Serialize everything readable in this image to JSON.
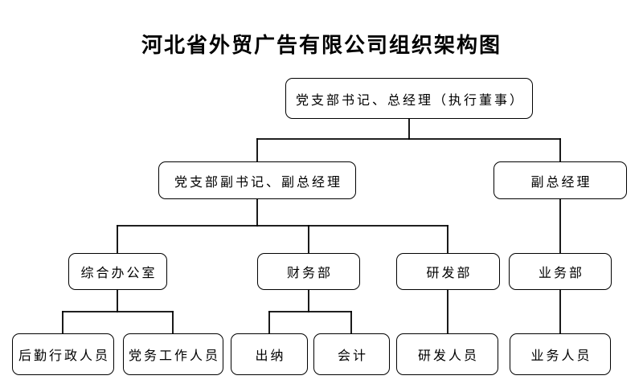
{
  "title": "河北省外贸广告有限公司组织架构图",
  "nodes": {
    "ceo": {
      "label": "党支部书记、总经理（执行董事）"
    },
    "deputy_party_secretary": {
      "label": "党支部副书记、副总经理"
    },
    "deputy_general_manager": {
      "label": "副总经理"
    },
    "general_office": {
      "label": "综合办公室"
    },
    "finance_dept": {
      "label": "财务部"
    },
    "rnd_dept": {
      "label": "研发部"
    },
    "business_dept": {
      "label": "业务部"
    },
    "logistics_admin_staff": {
      "label": "后勤行政人员"
    },
    "party_affairs_staff": {
      "label": "党务工作人员"
    },
    "cashier": {
      "label": "出纳"
    },
    "accountant": {
      "label": "会计"
    },
    "rnd_staff": {
      "label": "研发人员"
    },
    "business_staff": {
      "label": "业务人员"
    }
  },
  "edges": [
    {
      "from": "ceo",
      "to": "deputy_party_secretary"
    },
    {
      "from": "ceo",
      "to": "deputy_general_manager"
    },
    {
      "from": "deputy_party_secretary",
      "to": "general_office"
    },
    {
      "from": "deputy_party_secretary",
      "to": "finance_dept"
    },
    {
      "from": "deputy_party_secretary",
      "to": "rnd_dept"
    },
    {
      "from": "deputy_general_manager",
      "to": "business_dept"
    },
    {
      "from": "general_office",
      "to": "logistics_admin_staff"
    },
    {
      "from": "general_office",
      "to": "party_affairs_staff"
    },
    {
      "from": "finance_dept",
      "to": "cashier"
    },
    {
      "from": "finance_dept",
      "to": "accountant"
    },
    {
      "from": "rnd_dept",
      "to": "rnd_staff"
    },
    {
      "from": "business_dept",
      "to": "business_staff"
    }
  ],
  "colors": {
    "background": "#ffffff",
    "box_fill": "#ffffff",
    "box_border": "#000000",
    "line": "#000000",
    "text": "#000000"
  }
}
